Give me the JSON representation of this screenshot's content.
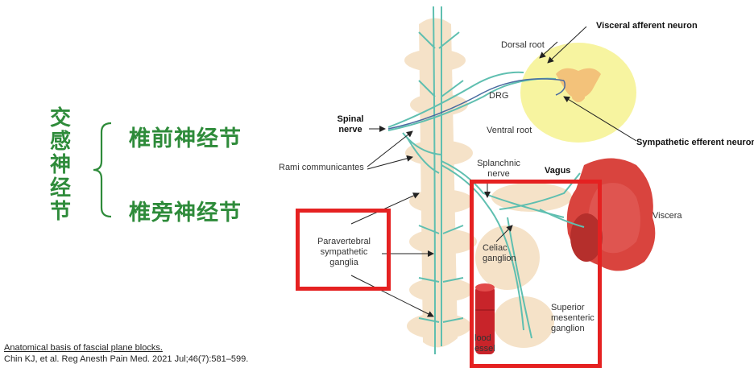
{
  "left_panel": {
    "vertical_title": [
      "交",
      "感",
      "神",
      "经",
      "节"
    ],
    "branches": [
      "椎前神经节",
      "椎旁神经节"
    ]
  },
  "diagram_labels": {
    "visceral_afferent_neuron": "Visceral afferent neuron",
    "dorsal_root": "Dorsal root",
    "drg": "DRG",
    "spinal_nerve": [
      "Spinal",
      "nerve"
    ],
    "ventral_root": "Ventral root",
    "sympathetic_efferent_neuron": "Sympathetic efferent neuron",
    "rami_communicantes": "Rami communicantes",
    "splanchnic_nerve": [
      "Splanchnic",
      "nerve"
    ],
    "vagus": "Vagus",
    "viscera": "Viscera",
    "paravertebral_sympathetic_ganglia": [
      "Paravertebral",
      "sympathetic",
      "ganglia"
    ],
    "celiac_ganglion": [
      "Celiac",
      "ganglion"
    ],
    "superior_mesenteric_ganglion": [
      "Superior",
      "mesenteric",
      "ganglion"
    ],
    "blood_vessel": [
      "lood",
      "essel"
    ]
  },
  "citation": {
    "title": "Anatomical basis of fascial plane blocks.",
    "ref": "Chin KJ, et al. Reg Anesth Pain Med. 2021 Jul;46(7):581–599."
  },
  "colors": {
    "accent_green": "#2e8b3a",
    "highlight_red": "#e52121",
    "nerve_teal": "#5fbfb0",
    "ganglion_peach": "#f5e2c8",
    "spinal_cord_yellow": "#f7f4a0",
    "viscera_red": "#d9443e"
  }
}
